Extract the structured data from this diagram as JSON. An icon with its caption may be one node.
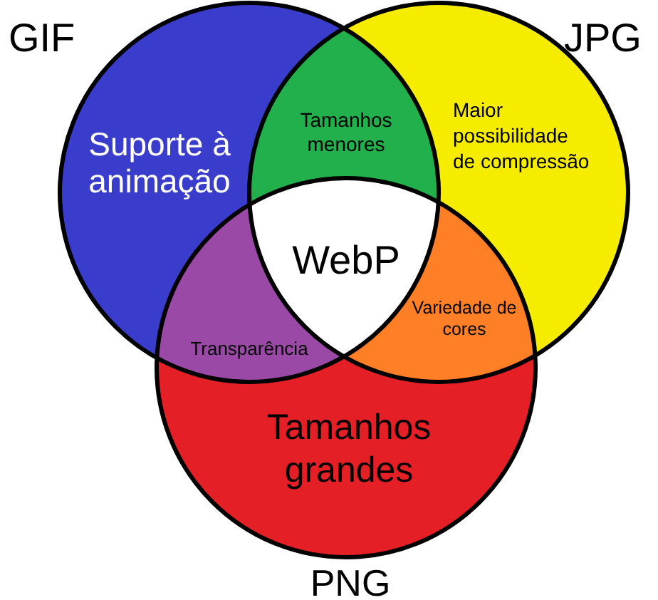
{
  "diagram": {
    "nodes": [
      {
        "text": [
          "GIF",
          "Suporte à animação"
        ]
      },
      {
        "text": [
          "JPG",
          "Maior possibilidade de compressão"
        ]
      },
      {
        "text": [
          "Tamanhos grandes",
          "PNG"
        ]
      },
      {
        "text": [
          "Tamanhos menores"
        ]
      },
      {
        "text": [
          "Transparência"
        ]
      },
      {
        "text": [
          "Variedade de cores"
        ]
      },
      {
        "text": [
          "WebP"
        ]
      }
    ]
  }
}
